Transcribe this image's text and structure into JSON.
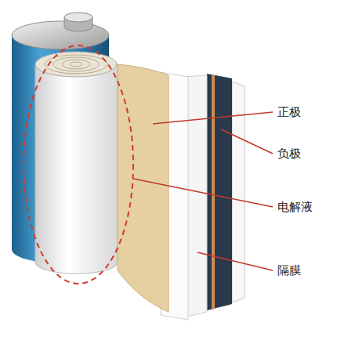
{
  "diagram": {
    "labels": [
      "正极",
      "负极",
      "电解液",
      "隔膜"
    ]
  }
}
